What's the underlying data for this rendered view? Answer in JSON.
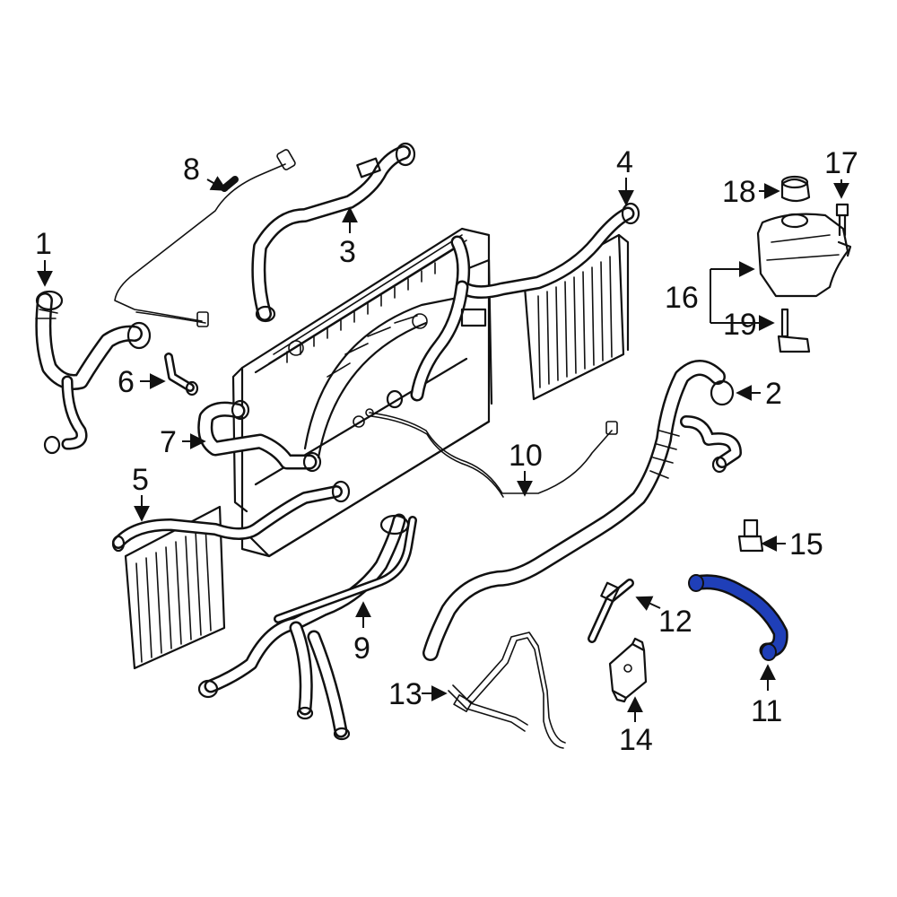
{
  "colors": {
    "line": "#111111",
    "highlight": "#1f3fb8",
    "background": "#ffffff"
  },
  "callouts": {
    "c1": "1",
    "c2": "2",
    "c3": "3",
    "c4": "4",
    "c5": "5",
    "c6": "6",
    "c7": "7",
    "c8": "8",
    "c9": "9",
    "c10": "10",
    "c11": "11",
    "c12": "12",
    "c13": "13",
    "c14": "14",
    "c15": "15",
    "c16": "16",
    "c17": "17",
    "c18": "18",
    "c19": "19"
  },
  "highlighted_part": "11"
}
